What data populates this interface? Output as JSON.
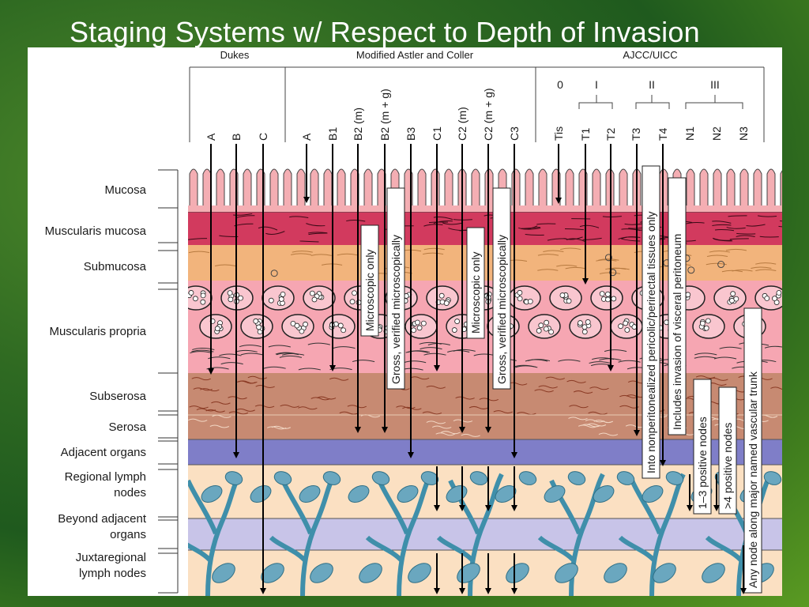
{
  "title": "Staging Systems w/ Respect to Depth of Invasion",
  "headers": {
    "dukes": "Dukes",
    "astler": "Modified Astler and Coller",
    "ajcc": "AJCC/UICC"
  },
  "ajcc_groups": [
    "0",
    "I",
    "II",
    "III"
  ],
  "stages": {
    "dukes": [
      "A",
      "B",
      "C"
    ],
    "astler": [
      "A",
      "B1",
      "B2 (m)",
      "B2 (m + g)",
      "B3",
      "C1",
      "C2 (m)",
      "C2 (m + g)",
      "C3"
    ],
    "ajcc": [
      "Tis",
      "T1",
      "T2",
      "T3",
      "T4",
      "N1",
      "N2",
      "N3"
    ]
  },
  "layers": [
    [
      "Mucosa"
    ],
    [
      "Muscularis mucosa"
    ],
    [
      "Submucosa"
    ],
    [
      "Muscularis propria"
    ],
    [
      "Subserosa"
    ],
    [
      "Serosa"
    ],
    [
      "Adjacent organs"
    ],
    [
      "Regional lymph",
      "nodes"
    ],
    [
      "Beyond adjacent",
      "organs"
    ],
    [
      "Juxtaregional",
      "lymph nodes"
    ]
  ],
  "notes": {
    "microscopic_only_1": "Microscopic only",
    "gross_verified_1": "Gross, verified microscopically",
    "microscopic_only_2": "Microscopic only",
    "gross_verified_2": "Gross, verified microscopically",
    "t3_note": "Into nonperitonealized pericolic/perirectal tissues only",
    "t4_note": "Includes invasion of visceral peritoneum",
    "n1_note": "1–3 positive nodes",
    "n2_note": ">4 positive nodes",
    "n3_note": "Any node along major named vascular trunk"
  },
  "colors": {
    "mucosa": "#f4aeb3",
    "muscularis_mucosa": "#d23a5e",
    "submucosa": "#f2b47c",
    "muscularis_propria": "#f6a6b2",
    "subserosa": "#c78a72",
    "adjacent": "#7f7ec8",
    "regional": "#fbe0c2",
    "beyond": "#c8c4e8",
    "juxta": "#fbe0c2",
    "node": "#6aa7bf",
    "vessel": "#3f8faa"
  }
}
